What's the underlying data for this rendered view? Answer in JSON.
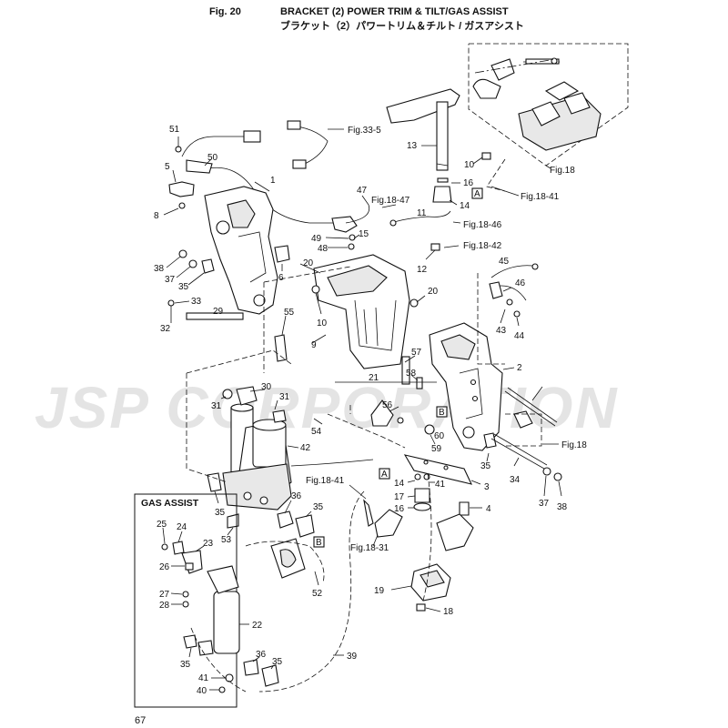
{
  "header": {
    "fig": "Fig. 20",
    "title": "BRACKET (2) POWER TRIM & TILT/GAS ASSIST",
    "title_jp": "ブラケット（2）パワートリム＆チルト / ガスアシスト"
  },
  "page_number": "67",
  "watermark": "JSP CORPORATION",
  "gas_assist_label": "GAS ASSIST",
  "references": {
    "fig33_5": "Fig.33-5",
    "fig18_47": "Fig.18-47",
    "fig18_46": "Fig.18-46",
    "fig18_42": "Fig.18-42",
    "fig18_41_top": "Fig.18-41",
    "fig18_41_mid": "Fig.18-41",
    "fig18_31": "Fig.18-31",
    "fig18_top": "Fig.18",
    "fig18_right": "Fig.18"
  },
  "callout_boxes": {
    "a_top": "A",
    "a_mid": "A",
    "b_mid": "B",
    "b_low": "B"
  },
  "part_numbers": {
    "p1": "1",
    "p2": "2",
    "p3": "3",
    "p4": "4",
    "p5": "5",
    "p6": "6",
    "p8": "8",
    "p9": "9",
    "p10a": "10",
    "p10b": "10",
    "p11": "11",
    "p12": "12",
    "p13": "13",
    "p14a": "14",
    "p14b": "14",
    "p15": "15",
    "p16a": "16",
    "p16b": "16",
    "p17": "17",
    "p18": "18",
    "p19": "19",
    "p20a": "20",
    "p20b": "20",
    "p21": "21",
    "p22": "22",
    "p23": "23",
    "p24": "24",
    "p25": "25",
    "p26": "26",
    "p27": "27",
    "p28": "28",
    "p29": "29",
    "p30": "30",
    "p31a": "31",
    "p31b": "31",
    "p32": "32",
    "p33": "33",
    "p34": "34",
    "p35a": "35",
    "p35b": "35",
    "p35c": "35",
    "p35d": "35",
    "p35e": "35",
    "p35f": "35",
    "p36a": "36",
    "p36b": "36",
    "p37a": "37",
    "p37b": "37",
    "p38a": "38",
    "p38b": "38",
    "p39": "39",
    "p40": "40",
    "p41a": "41",
    "p41b": "41",
    "p42": "42",
    "p43": "43",
    "p44": "44",
    "p45": "45",
    "p46": "46",
    "p47": "47",
    "p48": "48",
    "p49": "49",
    "p50": "50",
    "p51": "51",
    "p52": "52",
    "p53": "53",
    "p54": "54",
    "p55": "55",
    "p56": "56",
    "p57": "57",
    "p58": "58",
    "p59": "59",
    "p60": "60"
  }
}
